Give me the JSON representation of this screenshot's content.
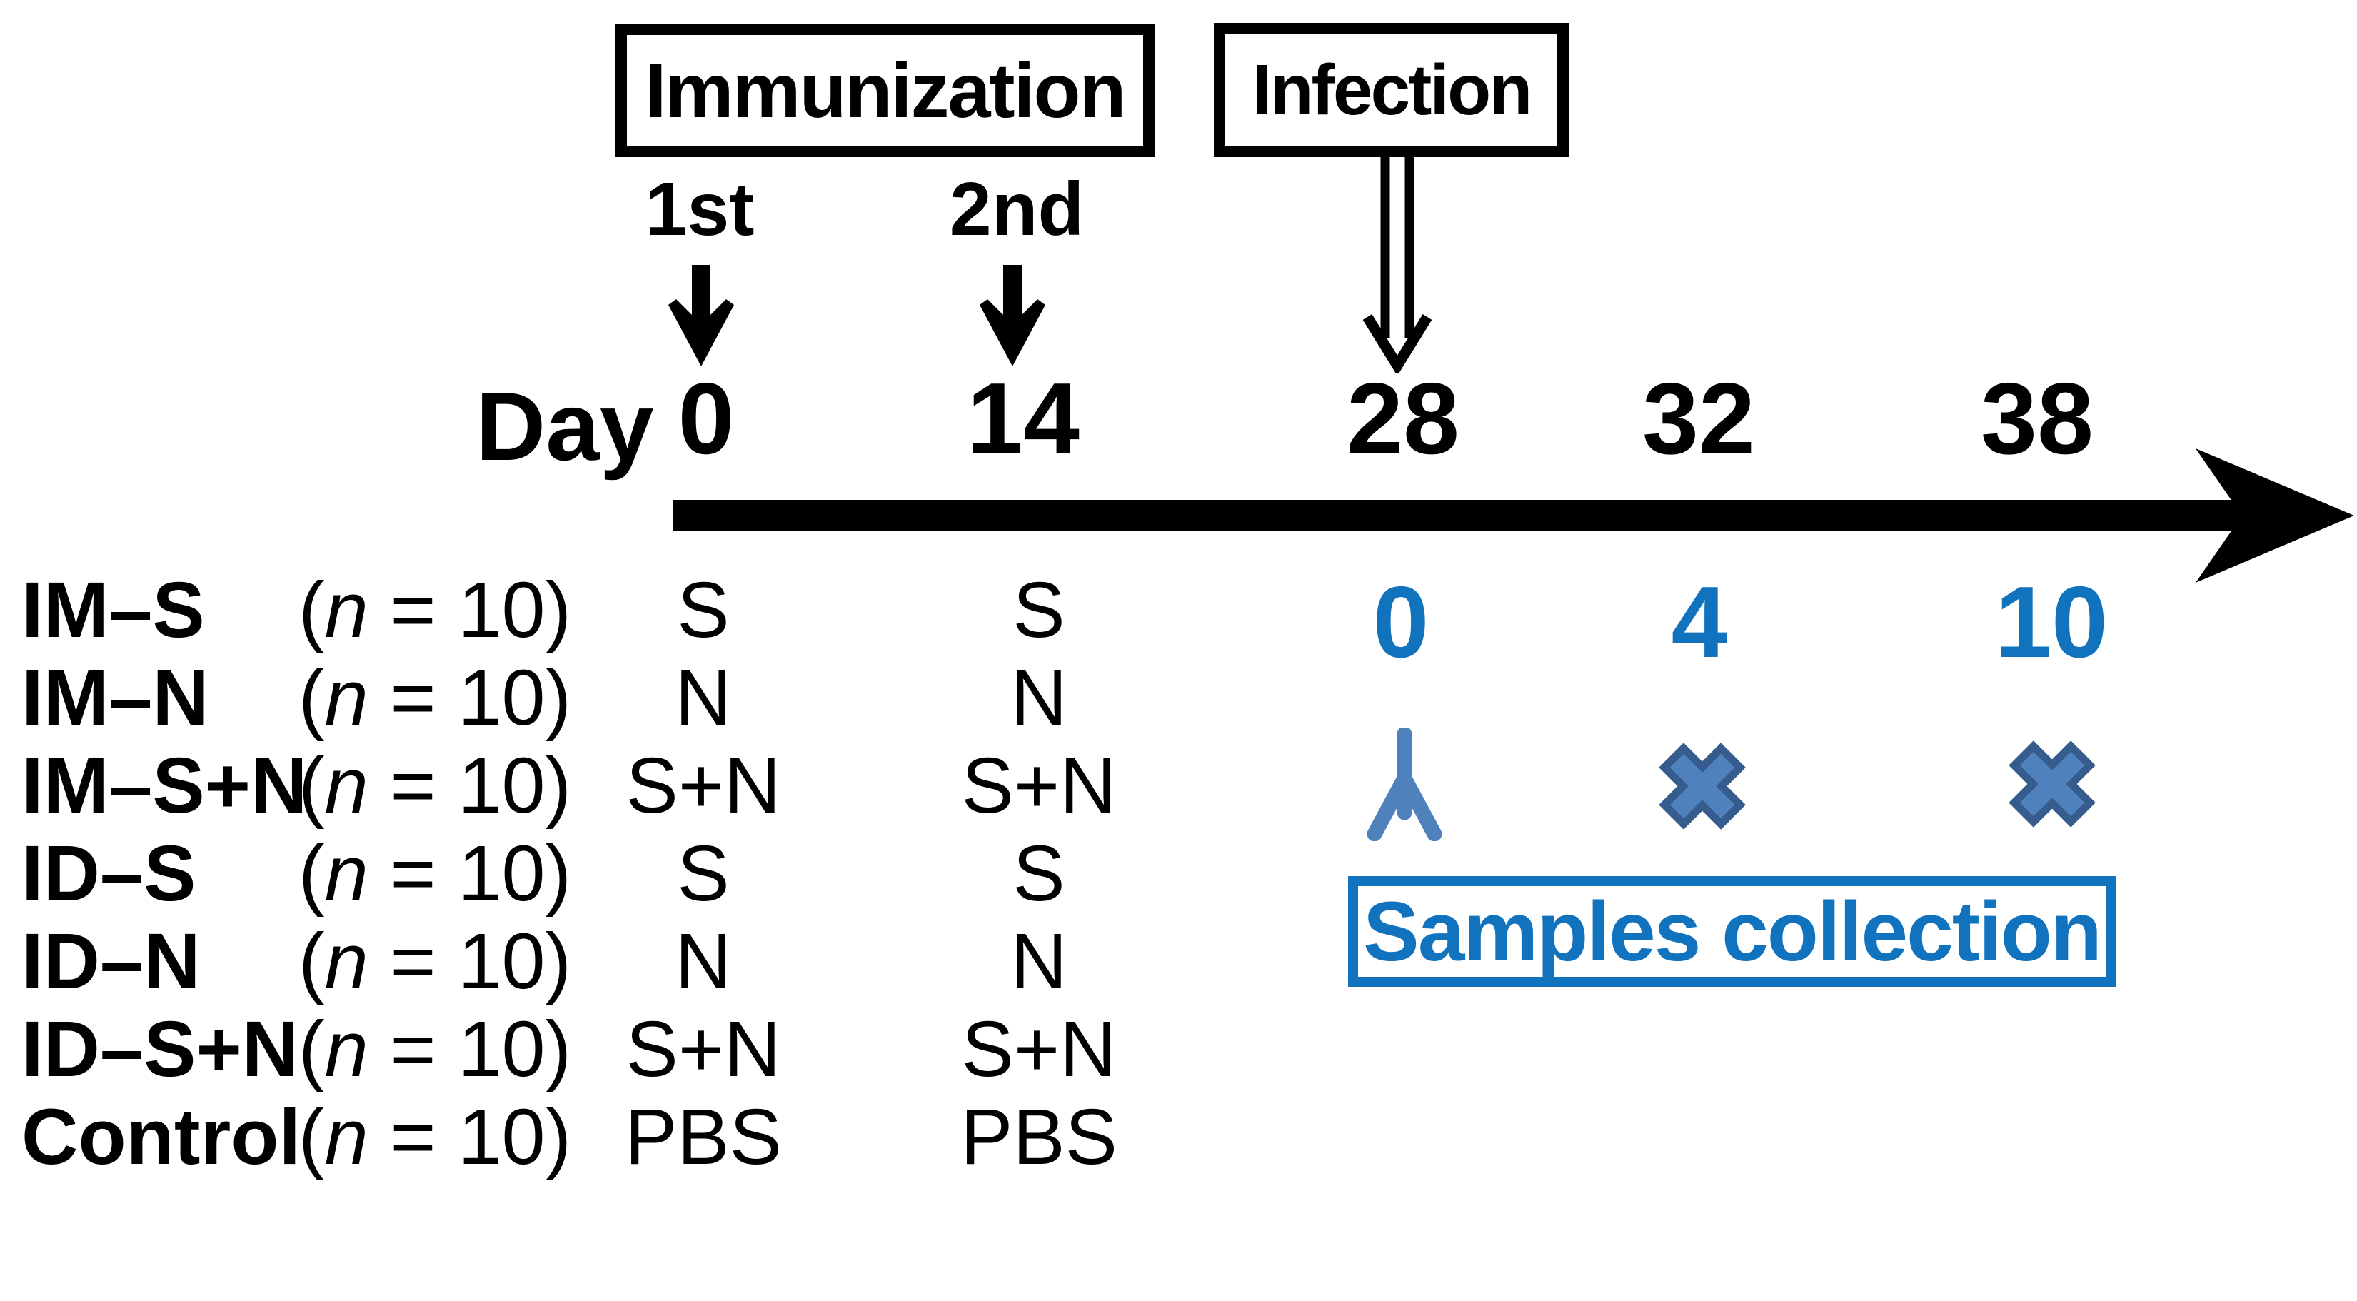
{
  "figure": {
    "type": "experimental-timeline",
    "phase_boxes": {
      "immunization_label": "Immunization",
      "infection_label": "Infection"
    },
    "immunization_events": {
      "first_label": "1st",
      "second_label": "2nd"
    },
    "timeline": {
      "day_word": "Day",
      "days": [
        "0",
        "14",
        "28",
        "32",
        "38"
      ]
    },
    "n_badge": {
      "open": "(",
      "var": "n",
      "rest": " = 10)"
    },
    "groups": [
      {
        "name": "IM–S",
        "dose1": "S",
        "dose2": "S"
      },
      {
        "name": "IM–N",
        "dose1": "N",
        "dose2": "N"
      },
      {
        "name": "IM–S+N",
        "dose1": "S+N",
        "dose2": "S+N"
      },
      {
        "name": "ID–S",
        "dose1": "S",
        "dose2": "S"
      },
      {
        "name": "ID–N",
        "dose1": "N",
        "dose2": "N"
      },
      {
        "name": "ID–S+N",
        "dose1": "S+N",
        "dose2": "S+N"
      },
      {
        "name": "Control",
        "dose1": "PBS",
        "dose2": "PBS"
      }
    ],
    "post_infection": {
      "days": [
        "0",
        "4",
        "10"
      ],
      "samples_label": "Samples collection"
    },
    "colors": {
      "black": "#000000",
      "accent_blue": "#1173be",
      "steel_blue": "#4f81bd",
      "x_outline": "#365c8d",
      "background": "#ffffff"
    },
    "icons": [
      "down-arrow-solid-black (x2, under 1st/2nd)",
      "down-arrow-hollow-black (under Infection)",
      "timeline-arrow-black (horizontal)",
      "down-arrow-steel-blue (day 28)",
      "x-mark-steel-blue (days 32, 38)"
    ]
  }
}
